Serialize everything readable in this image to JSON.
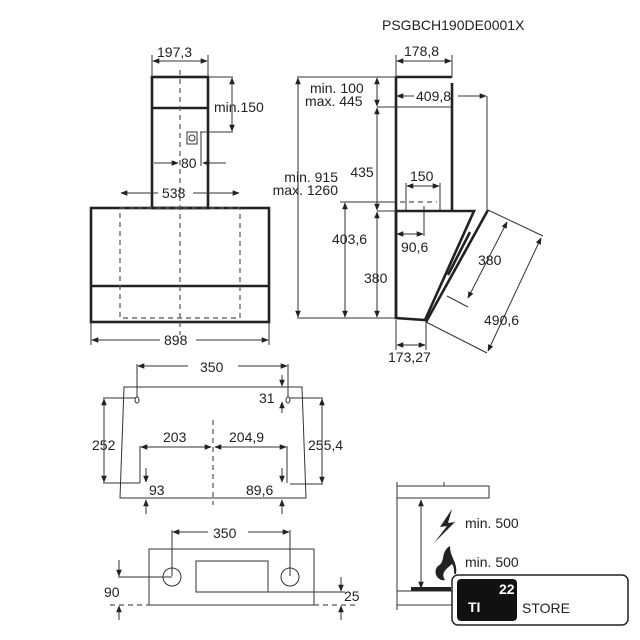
{
  "model_code": "PSGBCH190DE0001X",
  "front_view": {
    "duct_width": "197,3",
    "min_top": "min.150",
    "socket_offset": "80",
    "inner_width": "538",
    "hood_width": "898"
  },
  "side_view": {
    "duct_depth": "178,8",
    "overall_depth": "409,8",
    "top_gap_min": "min. 100",
    "top_gap_max": "max. 445",
    "duct_height": "435",
    "total_min": "min. 915",
    "total_max": "max. 1260",
    "outlet_width": "150",
    "hood_height_a": "403,6",
    "hood_height_b": "380",
    "outlet_offset": "90,6",
    "bottom_depth": "173,27",
    "panel_length": "380",
    "panel_diag": "490,6"
  },
  "mounting_view": {
    "hole_spacing": "350",
    "hole_top": "31",
    "left_height": "252",
    "left_half": "203",
    "right_half": "204,9",
    "right_height": "255,4",
    "left_bottom": "93",
    "right_bottom": "89,6"
  },
  "bracket_view": {
    "hole_spacing": "350",
    "left_offset": "90",
    "right_offset": "25"
  },
  "clearance": {
    "electric_label": "min. 500",
    "gas_label": "min. 500"
  },
  "logo": {
    "brand": "TI",
    "sup": "22",
    "store": "STORE"
  }
}
